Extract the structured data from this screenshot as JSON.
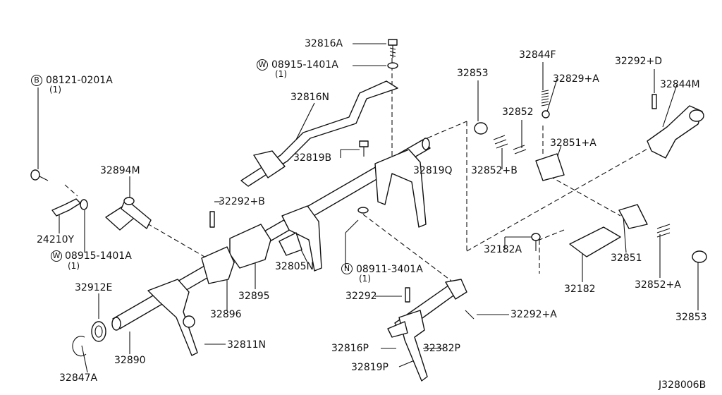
{
  "parts": {
    "p32816A": "32816A",
    "p08915_top": "08915-1401A",
    "p08915_top_qty": "(1)",
    "p32844F": "32844F",
    "p32292D": "32292+D",
    "p08121": "08121-0201A",
    "p08121_qty": "(1)",
    "p32853_top": "32853",
    "p32829A": "32829+A",
    "p32844M": "32844M",
    "p32816N": "32816N",
    "p32852": "32852",
    "p32851A": "32851+A",
    "p32819B": "32819B",
    "p32819Q": "32819Q",
    "p32852B": "32852+B",
    "p32894M": "32894M",
    "p32292B": "32292+B",
    "p24210Y": "24210Y",
    "p08915_bot": "08915-1401A",
    "p08915_bot_qty": "(1)",
    "p32182A": "32182A",
    "p32851": "32851",
    "p32805N": "32805N",
    "p08911": "08911-3401A",
    "p08911_qty": "(1)",
    "p32895": "32895",
    "p32182": "32182",
    "p32852A": "32852+A",
    "p32912E": "32912E",
    "p32292": "32292",
    "p32292A": "32292+A",
    "p32896": "32896",
    "p32853_bot": "32853",
    "p32811N": "32811N",
    "p32816P": "32816P",
    "p32382P": "32382P",
    "p32890": "32890",
    "p32819P": "32819P",
    "p32847A": "32847A"
  },
  "markers": {
    "bolt": "B",
    "washer": "W",
    "nut": "N"
  },
  "diagram_code": "J328006B"
}
